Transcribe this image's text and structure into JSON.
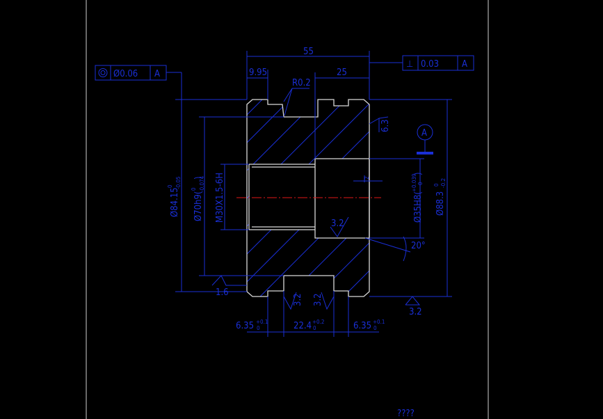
{
  "drawing": {
    "colors": {
      "dimension": "#1a2fd6",
      "outline": "#d9d9d9",
      "centerline": "#e01818",
      "background": "#000000"
    },
    "dimensions": {
      "overall_length": "55",
      "groove_offset": "9.95",
      "bore_depth": "25",
      "fillet_radius": "R0.2",
      "dia_84": "Ø84.15",
      "dia_84_tol_upper": "0",
      "dia_84_tol_lower": "-0.05",
      "dia_70": "Ø70h9(",
      "dia_70_tol_upper": "0",
      "dia_70_tol_lower": "-0.074",
      "dia_70_close": ")",
      "thread": "M30X1.5-6H",
      "bore": "Ø35H8(",
      "bore_tol_upper": "+0.039",
      "bore_tol_lower": "0",
      "bore_close": ")",
      "dia_88": "Ø88.3",
      "dia_88_tol_upper": "0",
      "dia_88_tol_lower": "-0.2",
      "chamfer_small": "2",
      "angle": "20°",
      "width_left": "6.35",
      "width_left_tol_upper": "+0.1",
      "width_left_tol_lower": "0",
      "width_mid": "22.4",
      "width_mid_tol_upper": "+0.2",
      "width_mid_tol_lower": "0",
      "width_right": "6.35",
      "width_right_tol_upper": "+0.1",
      "width_right_tol_lower": "0"
    },
    "roughness": {
      "r_63": "6.3",
      "r_32_bore": "3.2",
      "r_16": "1.6",
      "r_32_groove_left": "3.2",
      "r_32_groove_right": "3.2",
      "r_32_bottom": "3.2"
    },
    "tolerance_frames": {
      "concentricity_value": "Ø0.06",
      "concentricity_datum": "A",
      "perpendicularity_symbol": "⊥",
      "perpendicularity_value": "0.03",
      "perpendicularity_datum": "A"
    },
    "datum_label": "A",
    "footer_text": "????"
  }
}
